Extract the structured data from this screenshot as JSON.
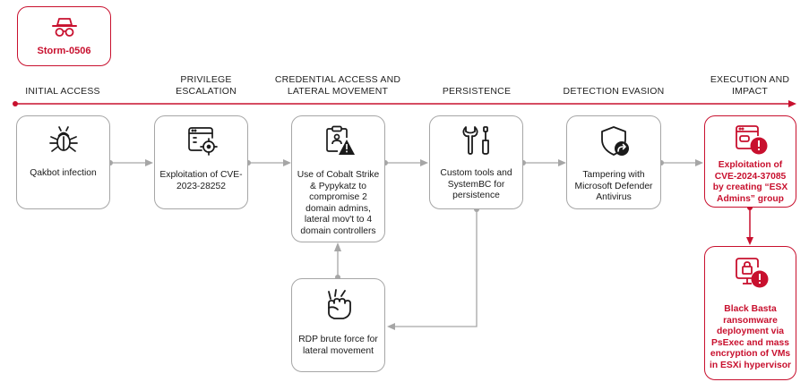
{
  "actor": {
    "name": "Storm-0506",
    "icon": "spy-icon"
  },
  "colors": {
    "accent": "#c8102e",
    "line": "#a6a6a6",
    "text": "#1a1a1a"
  },
  "stages": [
    {
      "id": "initial",
      "label": "INITIAL ACCESS"
    },
    {
      "id": "privilege",
      "label": "PRIVILEGE ESCALATION"
    },
    {
      "id": "credential",
      "label": "CREDENTIAL ACCESS AND LATERAL MOVEMENT"
    },
    {
      "id": "persistence",
      "label": "PERSISTENCE"
    },
    {
      "id": "evasion",
      "label": "DETECTION EVASION"
    },
    {
      "id": "impact",
      "label": "EXECUTION AND IMPACT"
    }
  ],
  "nodes": {
    "qakbot": {
      "text": "Qakbot infection",
      "icon": "bug-icon"
    },
    "exploit_28252": {
      "text": "Exploitation of CVE-2023-28252",
      "icon": "web-target-icon"
    },
    "cobalt": {
      "text": "Use of Cobalt Strike & Pypykatz to compromise 2 domain admins, lateral mov't to 4 domain controllers",
      "icon": "clipboard-warning-icon"
    },
    "custom_tools": {
      "text": "Custom tools and SystemBC for persistence",
      "icon": "tools-icon"
    },
    "tampering": {
      "text": "Tampering with Microsoft Defender Antivirus",
      "icon": "shield-arrow-icon"
    },
    "exploit_37085": {
      "text": "Exploitation of CVE-2024-37085 by creating “ESX Admins” group",
      "icon": "browser-alert-icon"
    },
    "rdp": {
      "text": "RDP brute force for lateral movement",
      "icon": "fist-icon"
    },
    "black_basta": {
      "text": "Black Basta ransomware deployment via PsExec and mass encryption of VMs in ESXi hypervisor",
      "icon": "lock-monitor-alert-icon"
    }
  }
}
